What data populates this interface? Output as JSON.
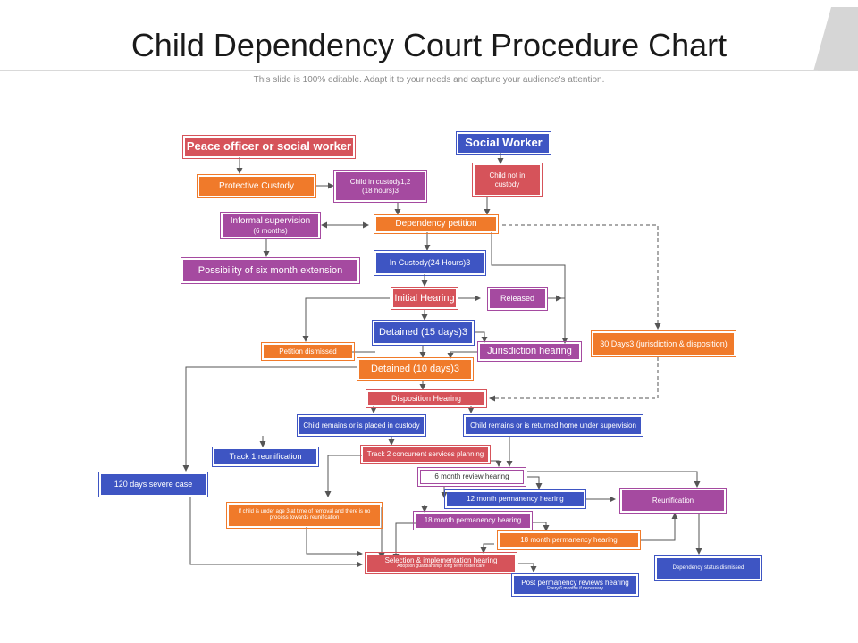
{
  "header": {
    "title": "Child Dependency Court Procedure Chart",
    "subtitle": "This slide is 100% editable. Adapt it to your needs and capture your audience's attention."
  },
  "nodes": {
    "peace_officer": "Peace officer or social worker",
    "social_worker": "Social Worker",
    "protective_custody": "Protective Custody",
    "child_in_custody_1": "Child in custody1,2",
    "child_in_custody_2": "(18 hours)3",
    "child_not_in_custody": "Child not in custody",
    "informal_supervision": "Informal supervision",
    "informal_supervision_sub": "(6 months)",
    "dependency_petition": "Dependency petition",
    "six_month_extension": "Possibility of six month extension",
    "in_custody_24": "In Custody(24 Hours)3",
    "initial_hearing": "Initial Hearing",
    "released": "Released",
    "detained_15": "Detained (15 days)3",
    "thirty_days": "30 Days3 (jurisdiction & disposition)",
    "petition_dismissed": "Petition dismissed",
    "jurisdiction_hearing": "Jurisdiction hearing",
    "detained_10": "Detained (10 days)3",
    "disposition_hearing": "Disposition Hearing",
    "child_placed_custody": "Child remains or is placed in custody",
    "child_returned_home": "Child remains or is returned home under supervision",
    "track1": "Track 1 reunification",
    "track2": "Track 2 concurrent services planning",
    "severe_case": "120 days severe case",
    "six_month_review": "6 month review hearing",
    "twelve_month": "12 month permanency hearing",
    "reunification": "Reunification",
    "under_age_3": "If child is under age 3 at time of removal and there is no process towards reunification",
    "eighteen_month_a": "18 month permanency hearing",
    "eighteen_month_b": "18 month permanency hearing",
    "selection_hearing": "Selection & implementation hearing",
    "selection_hearing_sub": "Adoption guardianship, long term foster care",
    "dependency_dismissed": "Dependency status dismissed",
    "post_permanency": "Post permanency reviews hearing",
    "post_permanency_sub": "Every 6 months if necessary"
  },
  "colors": {
    "red": "#d6535a",
    "orange": "#f07a2a",
    "blue": "#3e55c3",
    "purple": "#a54aa0",
    "connector": "#555555"
  }
}
